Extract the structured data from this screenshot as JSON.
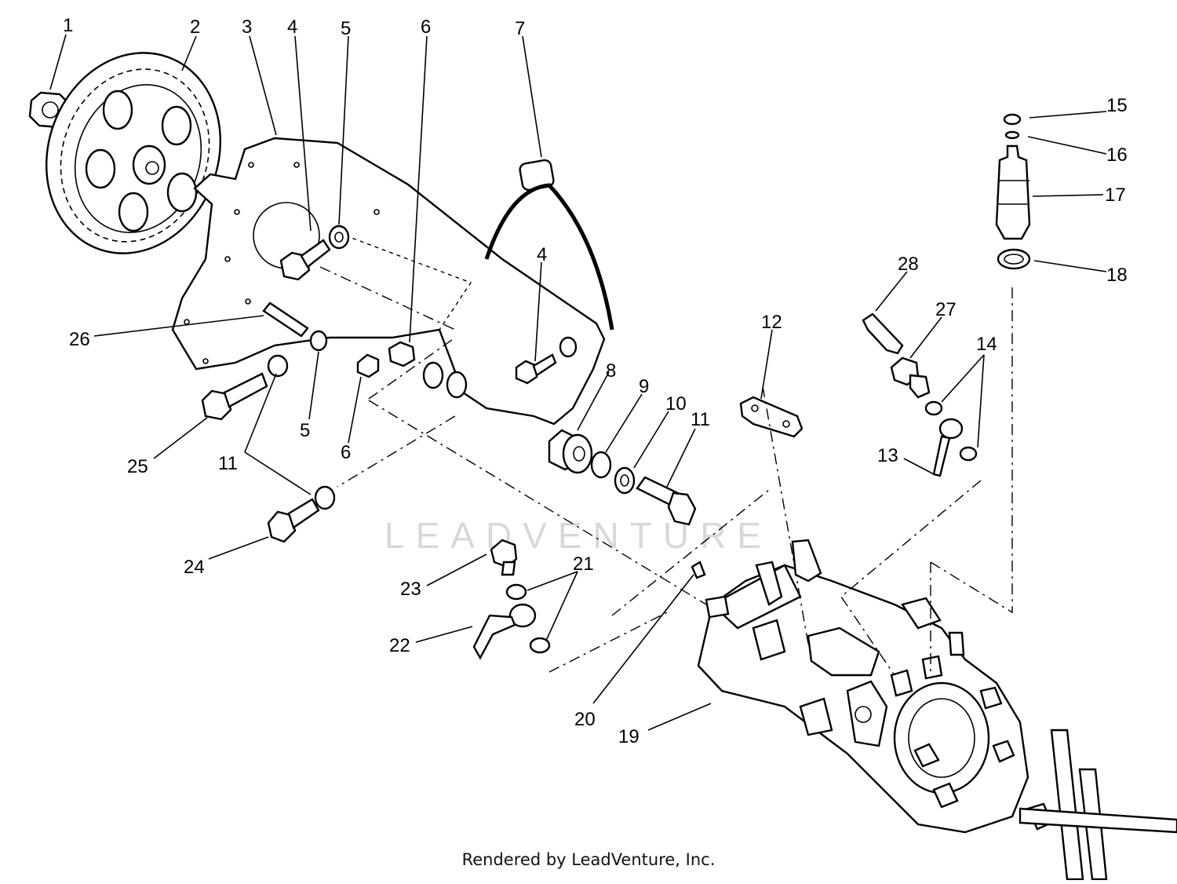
{
  "diagram": {
    "callouts": [
      "1",
      "2",
      "3",
      "4",
      "5",
      "6",
      "7",
      "4",
      "8",
      "9",
      "10",
      "11",
      "26",
      "5",
      "6",
      "25",
      "11",
      "24",
      "12",
      "28",
      "27",
      "14",
      "13",
      "15",
      "16",
      "17",
      "18",
      "23",
      "21",
      "22",
      "20",
      "19"
    ],
    "watermark": "LEADVENTURE",
    "footer": "Rendered by LeadVenture, Inc."
  },
  "colors": {
    "line": "#000000",
    "watermark": "#d8d8d8",
    "background": "#ffffff"
  }
}
